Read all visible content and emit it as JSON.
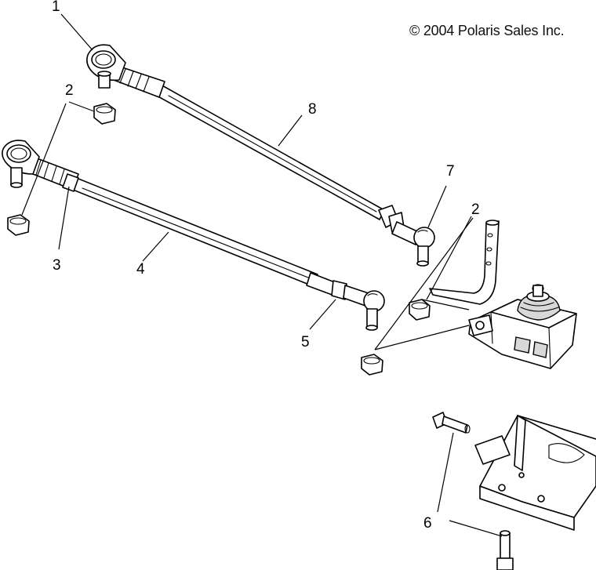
{
  "copyright": "© 2004 Polaris Sales Inc.",
  "callouts": {
    "c1": "1",
    "c2a": "2",
    "c2b": "2",
    "c3": "3",
    "c4": "4",
    "c5": "5",
    "c6": "6",
    "c7": "7",
    "c8": "8"
  }
}
